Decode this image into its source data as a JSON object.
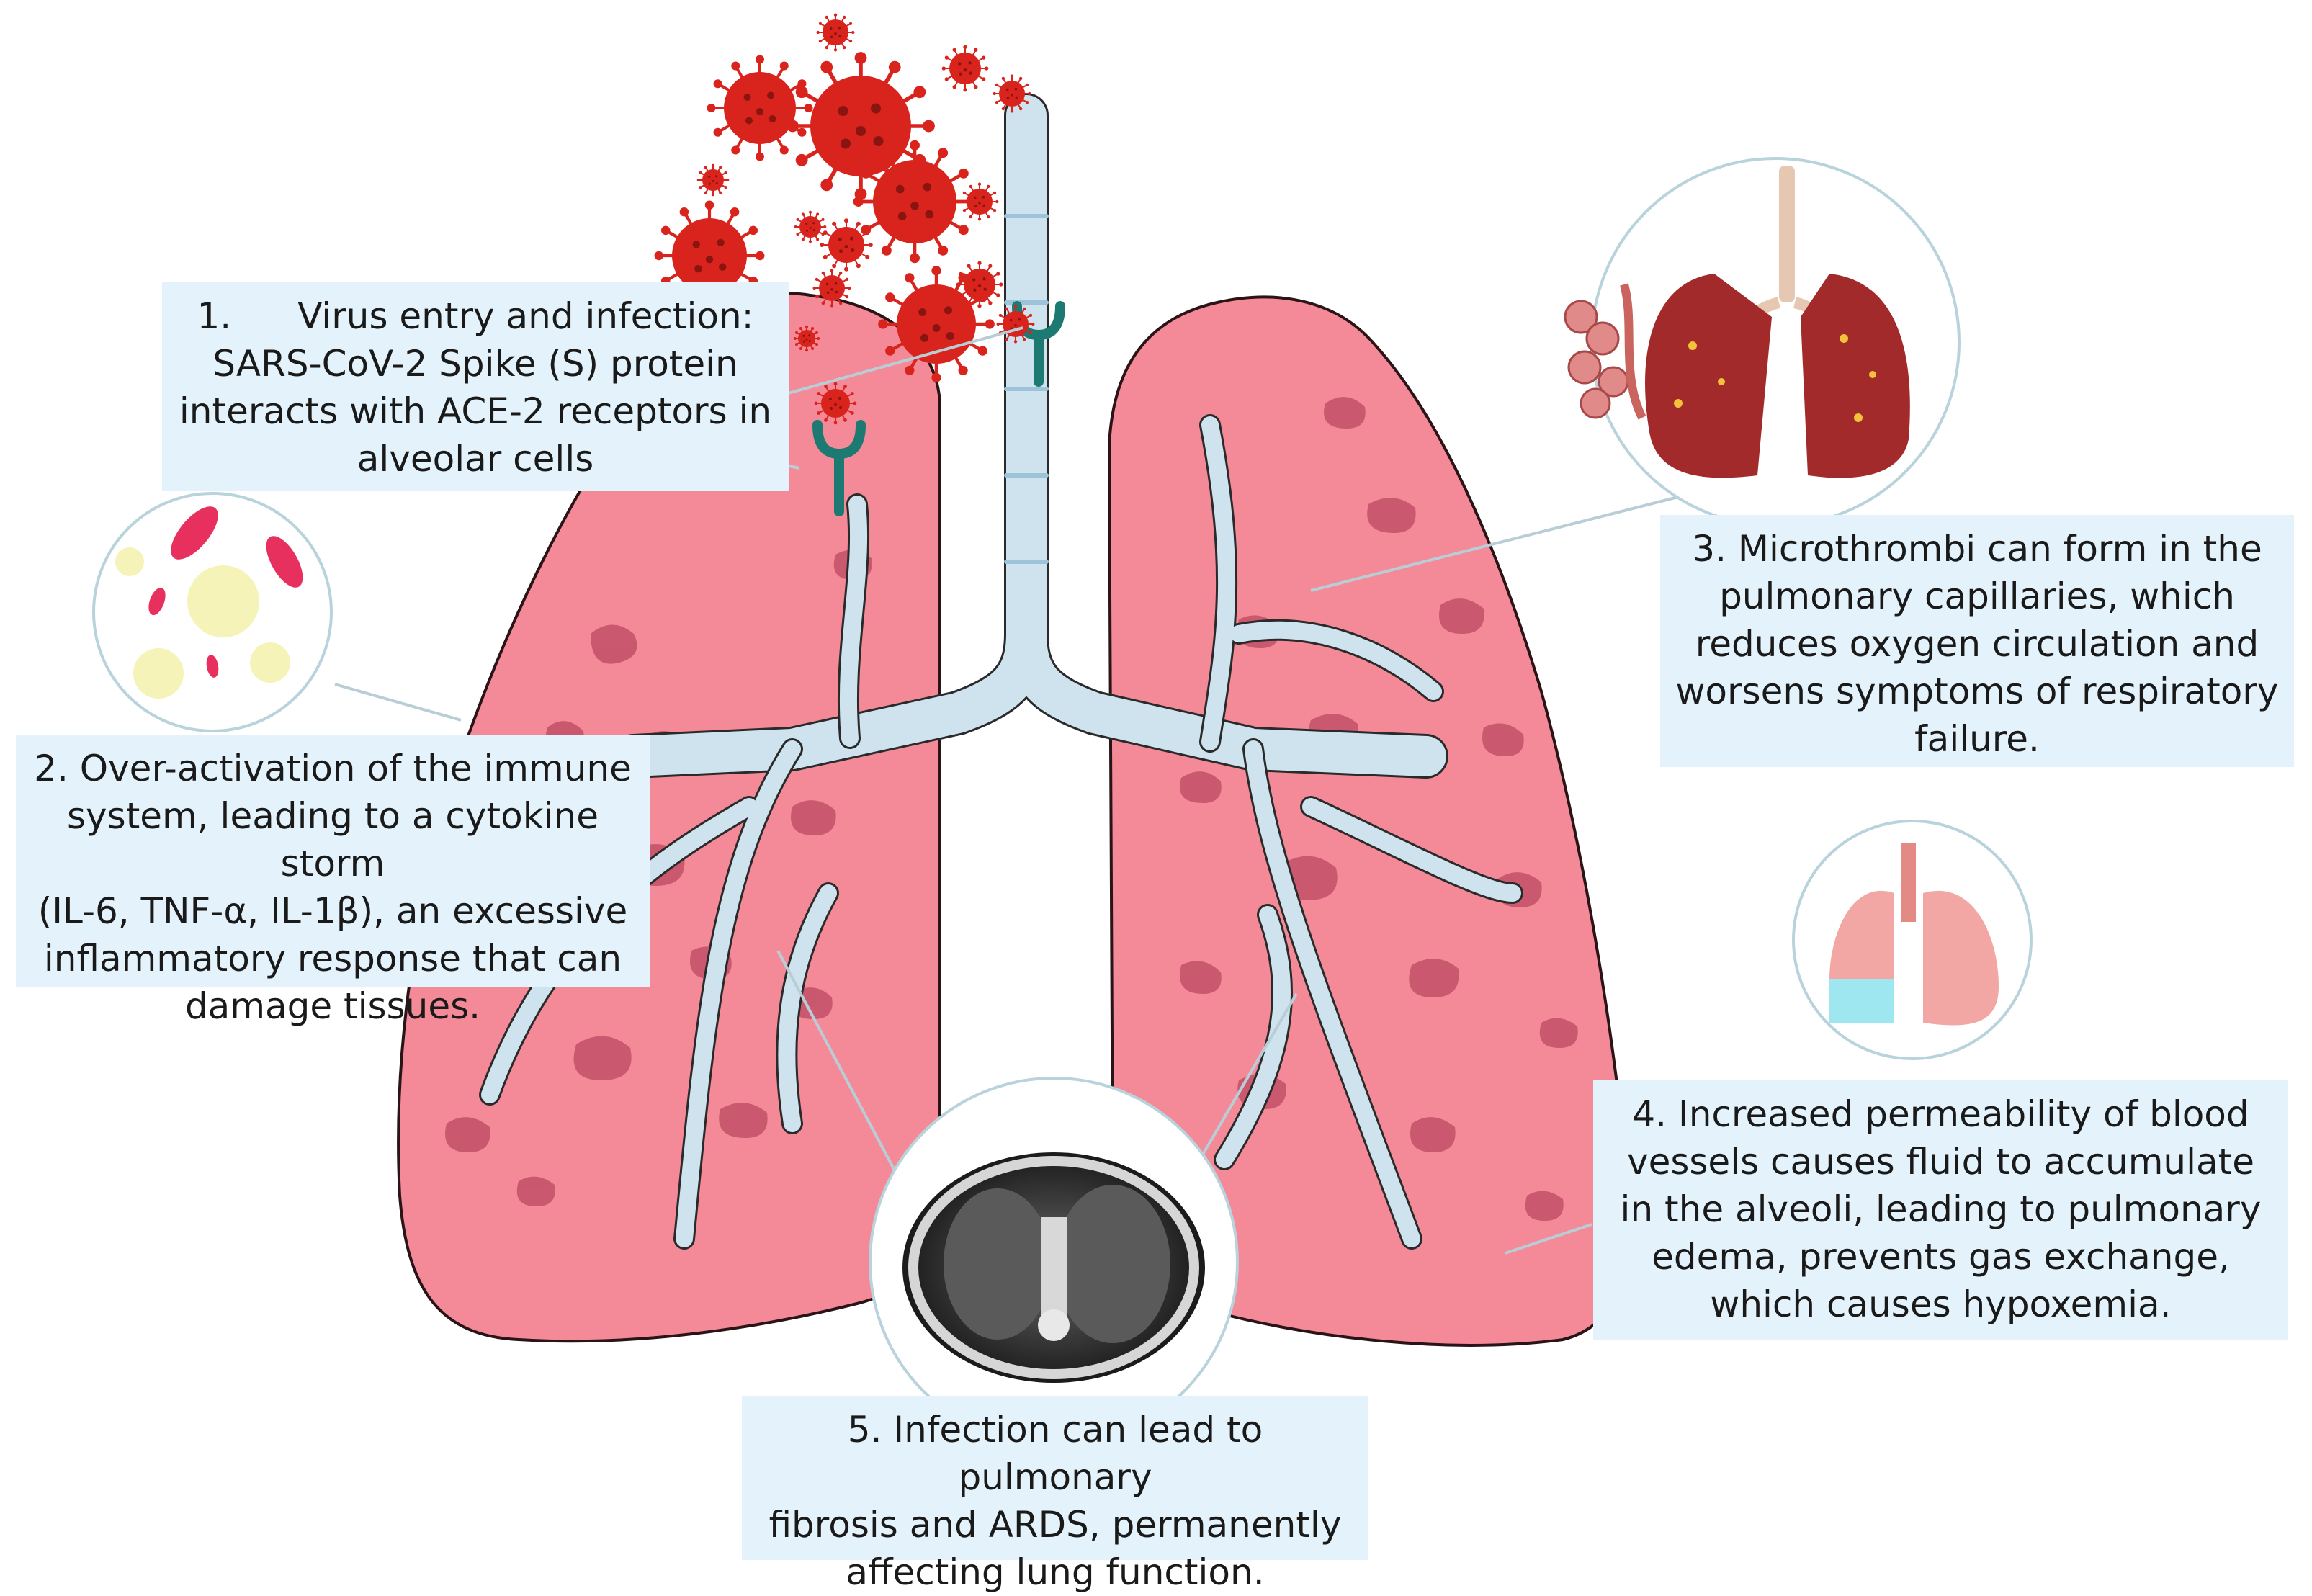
{
  "callouts": {
    "c1": {
      "number": "1.",
      "heading": "Virus entry and infection:",
      "lines": [
        "SARS-CoV-2 Spike (S) protein",
        "interacts with ACE-2 receptors in",
        "alveolar cells"
      ]
    },
    "c2": {
      "lines": [
        "2. Over-activation of the immune",
        "system, leading to a cytokine storm",
        "(IL-6, TNF-α, IL-1β), an excessive",
        "inflammatory response that can",
        "damage tissues."
      ]
    },
    "c3": {
      "lines": [
        "3. Microthrombi can form in the",
        "pulmonary capillaries, which",
        "reduces oxygen circulation and",
        "worsens symptoms of respiratory",
        "failure."
      ]
    },
    "c4": {
      "lines": [
        "4. Increased permeability of blood",
        "vessels causes fluid to accumulate",
        "in the alveoli, leading to pulmonary",
        "edema, prevents gas exchange,",
        "which causes hypoxemia."
      ]
    },
    "c5": {
      "lines": [
        "5. Infection can lead to pulmonary",
        "fibrosis and ARDS, permanently",
        "affecting lung function."
      ]
    }
  },
  "colors": {
    "lung": "#f48a98",
    "lung_outline": "#2a1418",
    "lesion": "#c25068",
    "airway": "#cfe3ef",
    "airway_outline": "#2a2a2a",
    "virus": "#d8241c",
    "receptor": "#1c7a73",
    "callout_bg": "#e4f3fb",
    "thumb_border": "#b9d3dd"
  },
  "icons": {
    "virus": "coronavirus-icon",
    "receptor": "ace2-receptor-icon",
    "inset_blood": "blood-cells-icon",
    "inset_thrombi": "microthrombi-lungs-icon",
    "inset_edema": "edema-lungs-icon",
    "inset_ct": "chest-ct-scan-icon"
  }
}
